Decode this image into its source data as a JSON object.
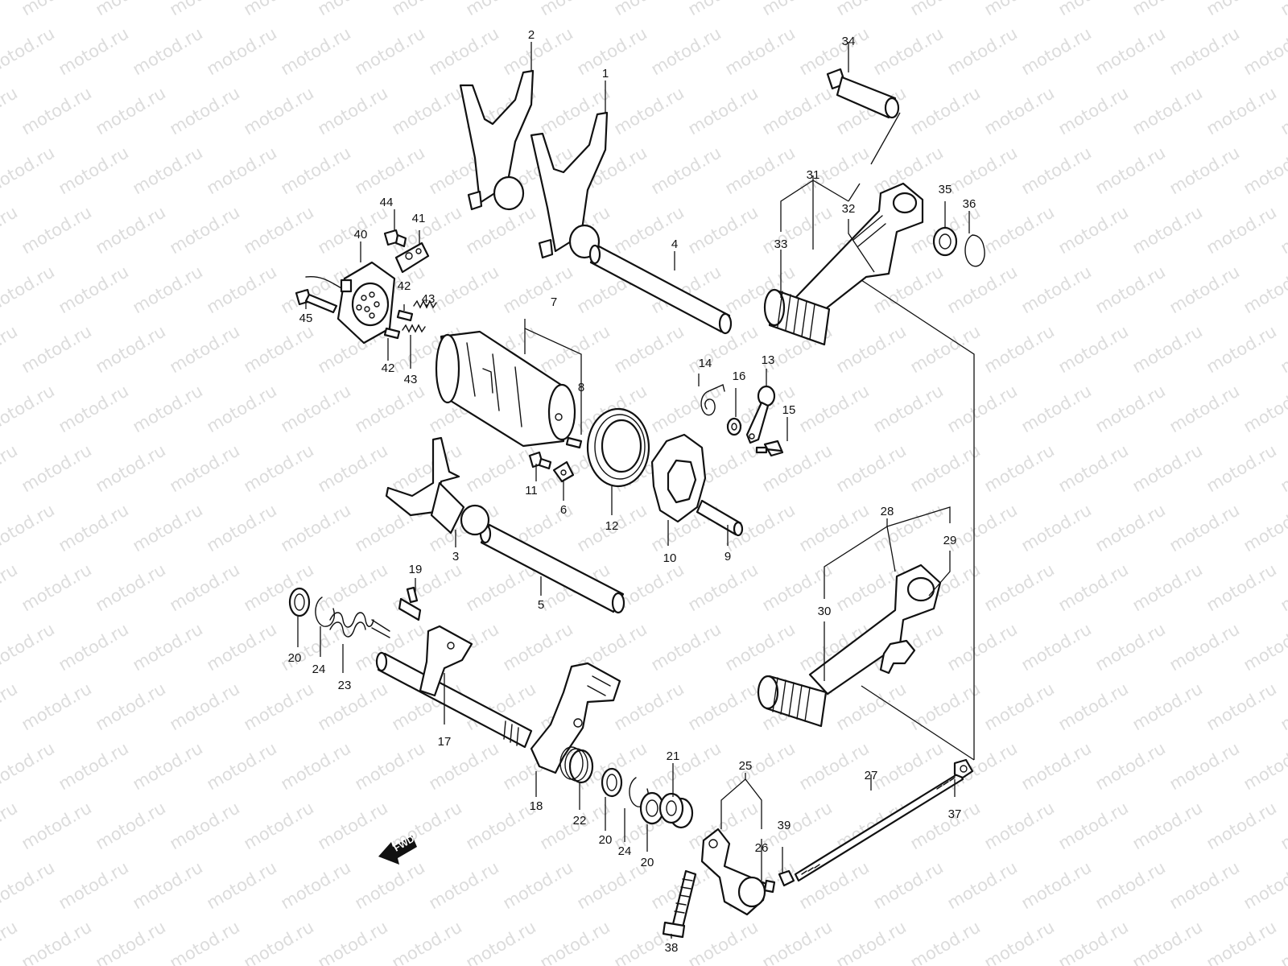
{
  "watermark": {
    "text": "motod.ru"
  },
  "direction_marker": {
    "label": "FWD"
  },
  "callouts": {
    "c1": "1",
    "c2": "2",
    "c3": "3",
    "c4": "4",
    "c5": "5",
    "c6": "6",
    "c7": "7",
    "c8": "8",
    "c9": "9",
    "c10": "10",
    "c11": "11",
    "c12": "12",
    "c13": "13",
    "c14": "14",
    "c15": "15",
    "c16": "16",
    "c17": "17",
    "c18": "18",
    "c19": "19",
    "c20": "20",
    "c21": "21",
    "c22": "22",
    "c23": "23",
    "c24": "24",
    "c25": "25",
    "c26": "26",
    "c27": "27",
    "c28": "28",
    "c29": "29",
    "c30": "30",
    "c31": "31",
    "c32": "32",
    "c33": "33",
    "c34": "34",
    "c35": "35",
    "c36": "36",
    "c37": "37",
    "c38": "38",
    "c39": "39",
    "c40": "40",
    "c41": "41",
    "c42": "42",
    "c43": "43",
    "c44": "44",
    "c45": "45"
  }
}
